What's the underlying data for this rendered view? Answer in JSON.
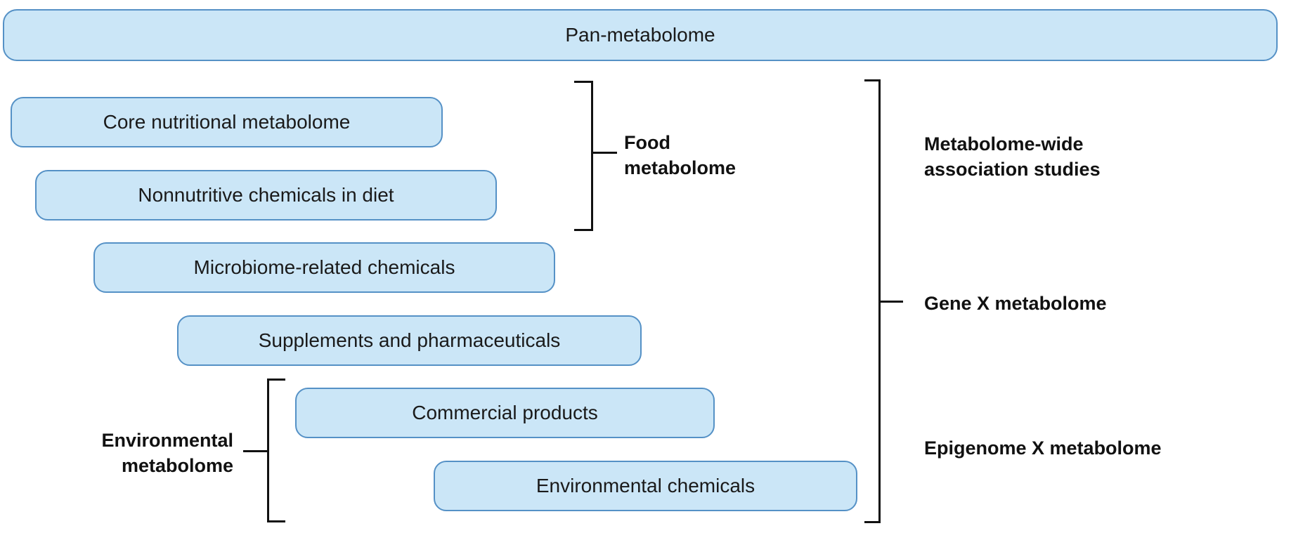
{
  "diagram": {
    "title_box": {
      "label": "Pan-metabolome"
    },
    "boxes": [
      {
        "label": "Core nutritional metabolome"
      },
      {
        "label": "Nonnutritive chemicals in diet"
      },
      {
        "label": "Microbiome-related chemicals"
      },
      {
        "label": "Supplements and pharmaceuticals"
      },
      {
        "label": "Commercial products"
      },
      {
        "label": "Environmental chemicals"
      }
    ],
    "brackets": {
      "food": {
        "label": "Food metabolome"
      },
      "environmental": {
        "label": "Environmental metabolome"
      },
      "right": {
        "label_top": "Metabolome-wide association studies",
        "label_middle": "Gene X metabolome",
        "label_bottom": "Epigenome X metabolome"
      }
    },
    "colors": {
      "box_fill": "#cbe6f7",
      "box_border": "#5591c6",
      "line": "#111111",
      "text": "#1a1a1a"
    }
  }
}
